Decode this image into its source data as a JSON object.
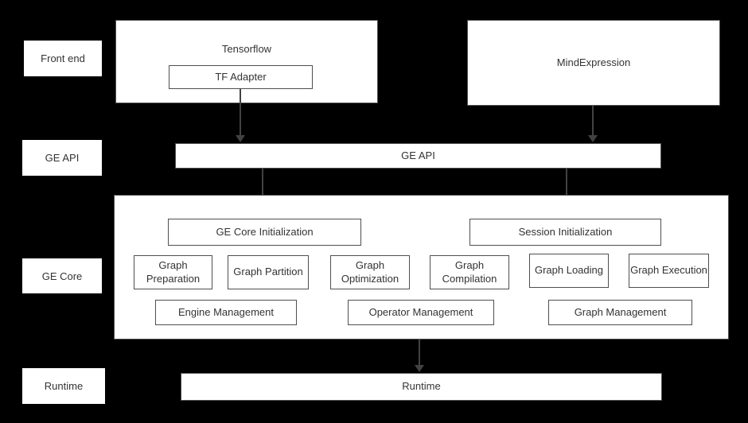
{
  "rows": [
    {
      "label": "Front end"
    },
    {
      "label": "GE API"
    },
    {
      "label": "GE Core"
    },
    {
      "label": "Runtime"
    }
  ],
  "frontend": {
    "tensorflow_label": "Tensorflow",
    "tf_adapter_label": "TF Adapter",
    "mindexpression_label": "MindExpression"
  },
  "ge_api_label": "GE API",
  "ge_core": {
    "init": [
      "GE Core Initialization",
      "Session Initialization"
    ],
    "stages": [
      "Graph Preparation",
      "Graph Partition",
      "Graph Optimization",
      "Graph Compilation",
      "Graph Loading",
      "Graph Execution"
    ],
    "management": [
      "Engine Management",
      "Operator Management",
      "Graph Management"
    ]
  },
  "runtime_label": "Runtime",
  "colors": {
    "background": "#000000",
    "box_background": "#ffffff",
    "border": "#4f4f4f",
    "text": "#333333",
    "arrow": "#424242"
  }
}
